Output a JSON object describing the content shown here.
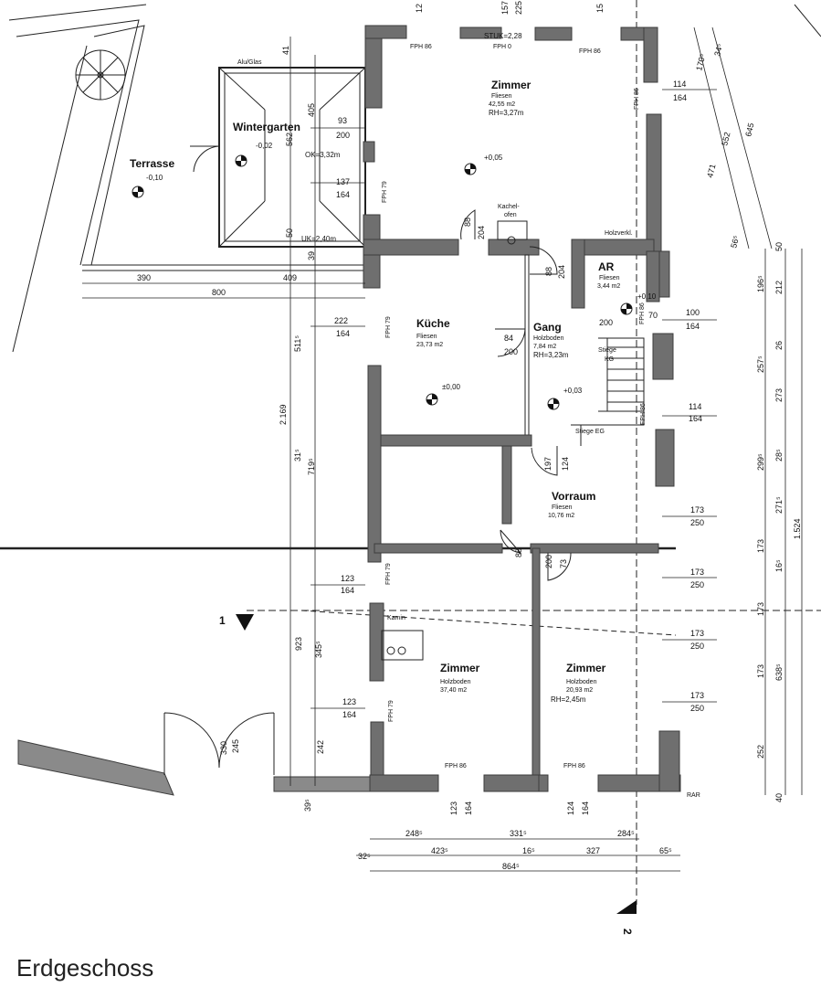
{
  "title": "Erdgeschoss",
  "rooms": {
    "zimmer_top": {
      "name": "Zimmer",
      "floor": "Fliesen",
      "area": "42,55 m2",
      "height": "RH=3,27m"
    },
    "wintergarten": {
      "name": "Wintergarten"
    },
    "terrasse": {
      "name": "Terrasse",
      "level": "-0,10"
    },
    "kueche": {
      "name": "Küche",
      "floor": "Fliesen",
      "area": "23,73 m2"
    },
    "ar": {
      "name": "AR",
      "floor": "Fliesen",
      "area": "3,44 m2"
    },
    "gang": {
      "name": "Gang",
      "floor": "Holzboden",
      "area": "7,84 m2",
      "height": "RH=3,23m"
    },
    "vorraum": {
      "name": "Vorraum",
      "floor": "Fliesen",
      "area": "10,76 m2"
    },
    "zimmer_left": {
      "name": "Zimmer",
      "floor": "Holzboden",
      "area": "37,40 m2"
    },
    "zimmer_right": {
      "name": "Zimmer",
      "floor": "Holzboden",
      "area": "20,93 m2",
      "height": "RH=2,45m"
    }
  },
  "labels": {
    "alu_glas": "Alu/Glas",
    "kachelofen_1": "Kachel-",
    "kachelofen_2": "ofen",
    "holzverkl": "Holzverkl.",
    "stiege_kg_1": "Stiege",
    "stiege_kg_2": "KG",
    "stiege_eg": "Stiege EG",
    "kamin": "Kamin",
    "rar": "RAR",
    "ok": "OK=3,32m",
    "uk": "UK=2,40m",
    "stuk": "STUK=2,28",
    "fph0": "FPH 0",
    "fph86": "FPH 86",
    "fph79": "FPH 79",
    "lvl_wg": "-0,02",
    "lvl_zimmer": "+0,05",
    "lvl_kueche": "±0,00",
    "lvl_ar": "+0,10",
    "lvl_gang": "+0,03",
    "section1": "1",
    "section2": "2"
  },
  "dims": {
    "d41": "41",
    "d405": "405",
    "d562": "562",
    "d93": "93",
    "d200": "200",
    "d137": "137",
    "d164": "164",
    "d50": "50",
    "d39": "39",
    "d390": "390",
    "d409": "409",
    "d800": "800",
    "d222": "222",
    "d5115": "511⁵",
    "d2169": "2.169",
    "d315": "31⁵",
    "d7195": "719⁵",
    "d923": "923",
    "d3455": "345⁵",
    "d242": "242",
    "d395": "39⁵",
    "d123": "123",
    "d330": "330",
    "d245": "245",
    "d88": "88",
    "d204": "204",
    "d84": "84",
    "d70": "70",
    "d197": "197",
    "d124": "124",
    "d73": "73",
    "d114": "114",
    "d100": "100",
    "d173": "173",
    "d250": "250",
    "d1705": "170⁵",
    "d345b": "34⁵",
    "d552": "552",
    "d645": "645",
    "d471": "471",
    "d565": "56⁵",
    "d1965": "196⁵",
    "d212": "212",
    "d2575": "257⁵",
    "d26": "26",
    "d273": "273",
    "d2995": "299⁵",
    "d285": "28⁵",
    "d2715": "271⁵",
    "d1524": "1.524",
    "d165": "16⁵",
    "d6385": "638⁵",
    "d252": "252",
    "d40": "40",
    "d2485": "248⁵",
    "d3315": "331⁵",
    "d2845": "284⁵",
    "d325": "32⁵",
    "d4235": "423⁵",
    "d165b": "16⁵",
    "d327": "327",
    "d655": "65⁵",
    "d8645": "864⁵",
    "d12": "12",
    "d157": "157",
    "d225": "225",
    "d15": "15"
  }
}
